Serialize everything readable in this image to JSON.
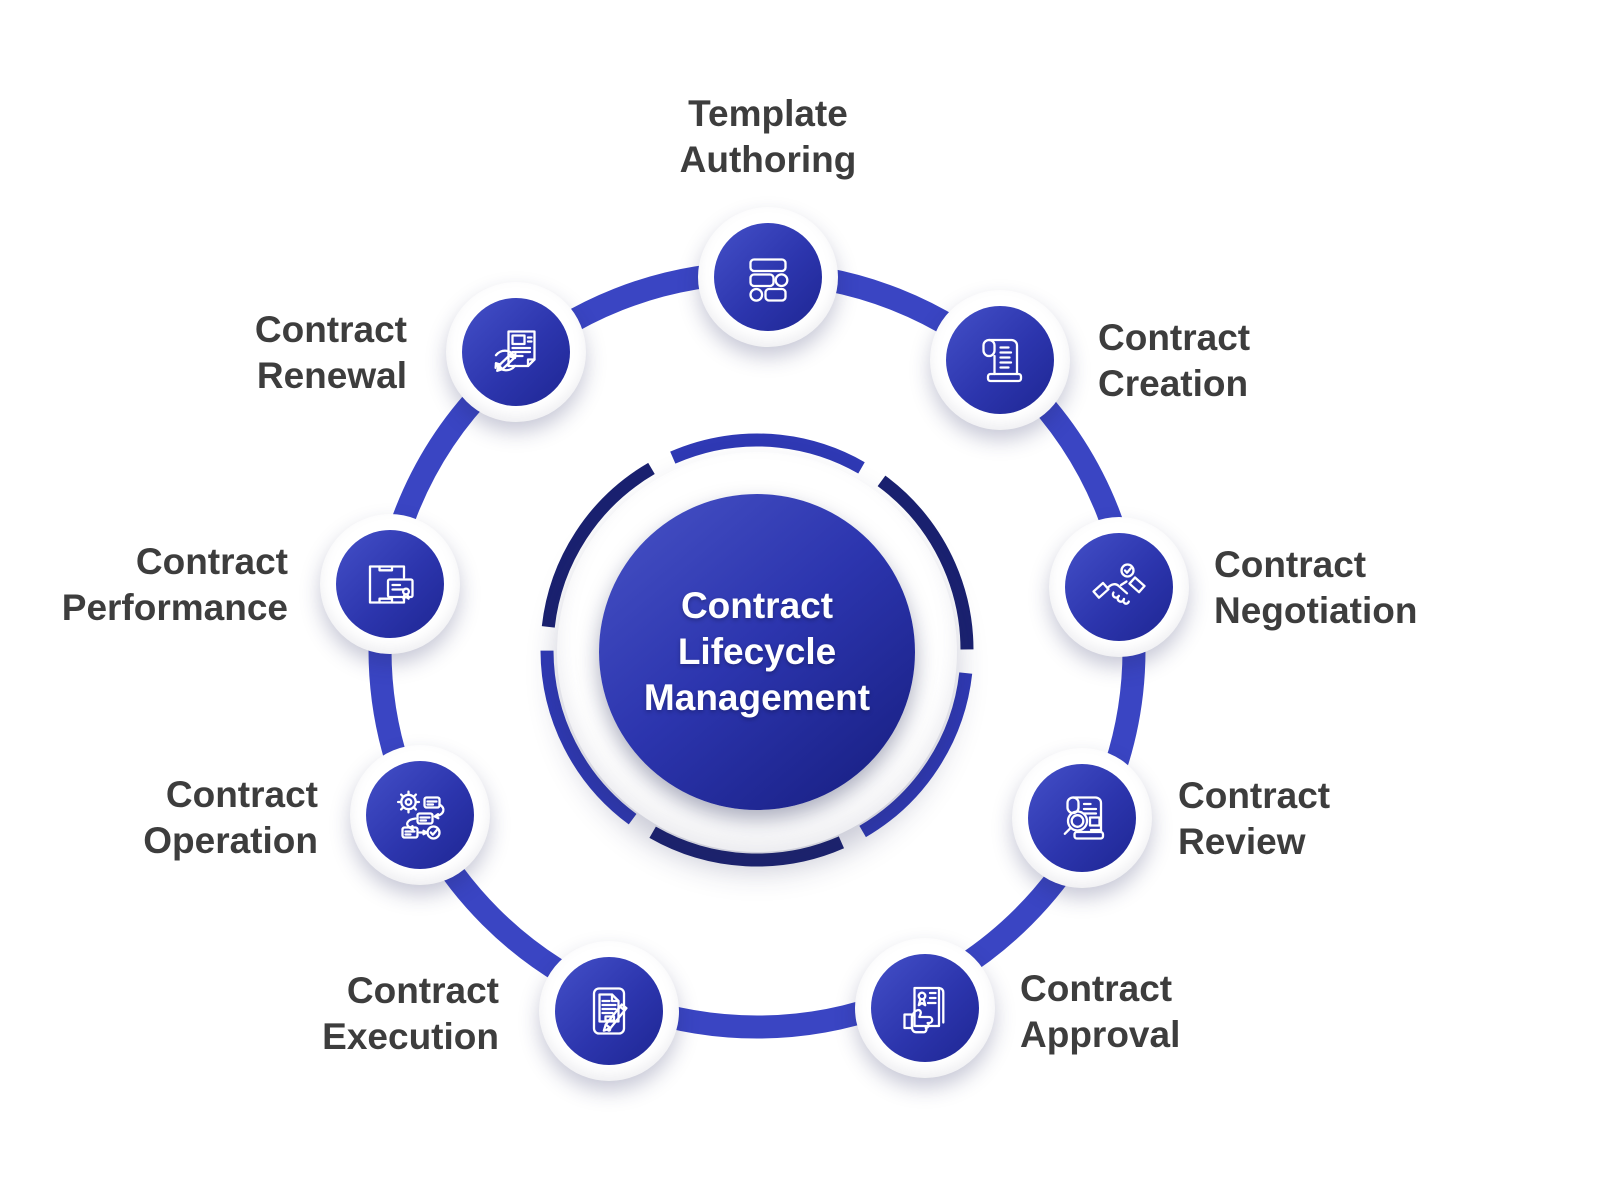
{
  "center": {
    "line1": "Contract",
    "line2": "Lifecycle",
    "line3": "Management"
  },
  "stages": [
    {
      "line1": "Template",
      "line2": "Authoring",
      "icon": "template-authoring-icon"
    },
    {
      "line1": "Contract",
      "line2": "Creation",
      "icon": "contract-creation-icon"
    },
    {
      "line1": "Contract",
      "line2": "Negotiation",
      "icon": "contract-negotiation-icon"
    },
    {
      "line1": "Contract",
      "line2": "Review",
      "icon": "contract-review-icon"
    },
    {
      "line1": "Contract",
      "line2": "Approval",
      "icon": "contract-approval-icon"
    },
    {
      "line1": "Contract",
      "line2": "Execution",
      "icon": "contract-execution-icon"
    },
    {
      "line1": "Contract",
      "line2": "Operation",
      "icon": "contract-operation-icon"
    },
    {
      "line1": "Contract",
      "line2": "Performance",
      "icon": "contract-performance-icon"
    },
    {
      "line1": "Contract",
      "line2": "Renewal",
      "icon": "contract-renewal-icon"
    }
  ],
  "colors": {
    "ring": "#3a45c3",
    "dash_royal": "#2f39b4",
    "dash_navy": "#1a2170",
    "node_grad_start": "#4450c8",
    "node_grad_end": "#1e2693",
    "center_grad_start": "#4853c6",
    "center_grad_end": "#161d7e",
    "label_text": "#3d3d3d",
    "icon_stroke": "#ffffff",
    "background": "#ffffff"
  }
}
